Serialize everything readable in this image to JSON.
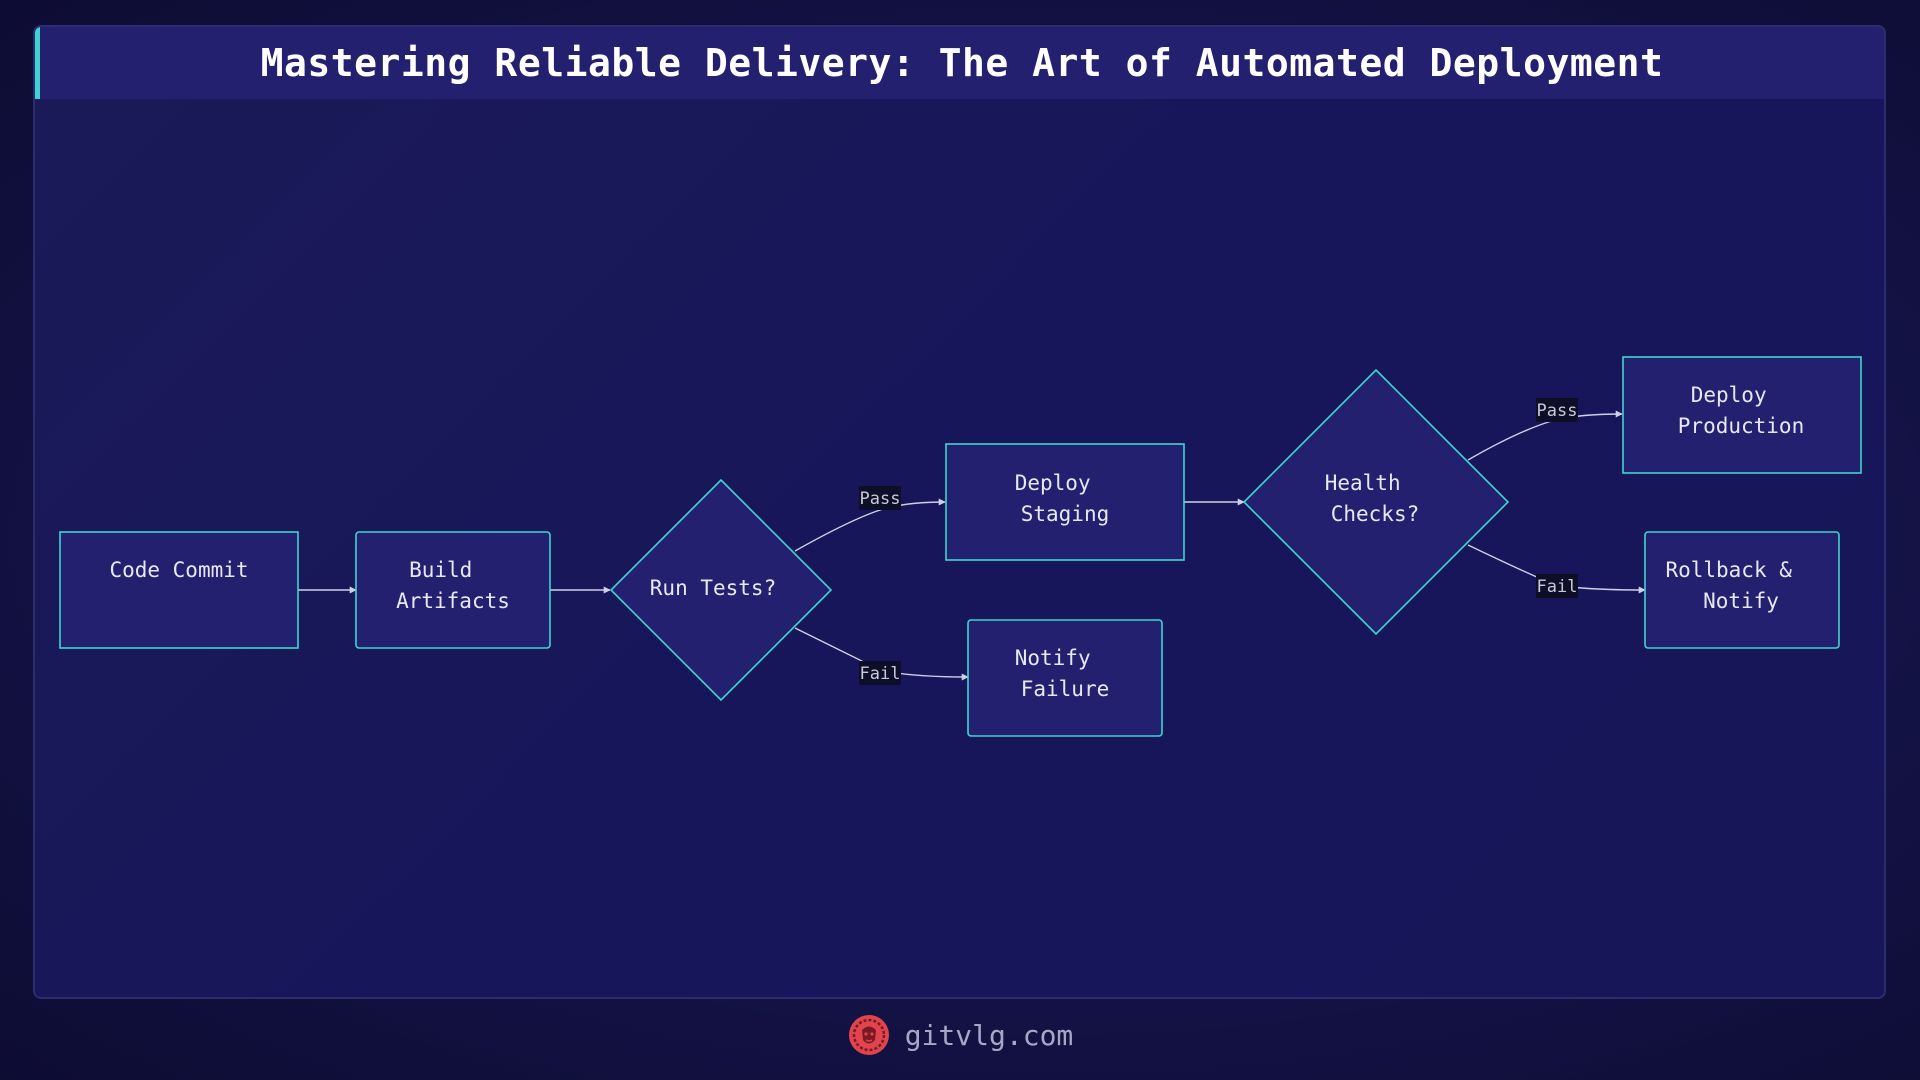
{
  "header": {
    "title": "Mastering Reliable Delivery: The Art of Automated Deployment"
  },
  "nodes": {
    "code_commit": {
      "lines": [
        "Code Commit"
      ]
    },
    "build_artifacts": {
      "lines": [
        "Build",
        "Artifacts"
      ]
    },
    "run_tests": {
      "lines": [
        "Run Tests?"
      ]
    },
    "deploy_staging": {
      "lines": [
        "Deploy",
        "Staging"
      ]
    },
    "notify_failure": {
      "lines": [
        "Notify",
        "Failure"
      ]
    },
    "health_checks": {
      "lines": [
        "Health",
        "Checks?"
      ]
    },
    "deploy_production": {
      "lines": [
        "Deploy",
        "Production"
      ]
    },
    "rollback_notify": {
      "lines": [
        "Rollback &",
        "Notify"
      ]
    }
  },
  "edges": {
    "tests_pass": "Pass",
    "tests_fail": "Fail",
    "health_pass": "Pass",
    "health_fail": "Fail"
  },
  "footer": {
    "site": "gitvlg.com"
  },
  "colors": {
    "node_fill": "#23216f",
    "node_border": "#3fd4d1",
    "edge": "#cfd0e6",
    "label_bg": "#0e0e28",
    "accent": "#3fd4d1",
    "logo": "#e0454d"
  }
}
